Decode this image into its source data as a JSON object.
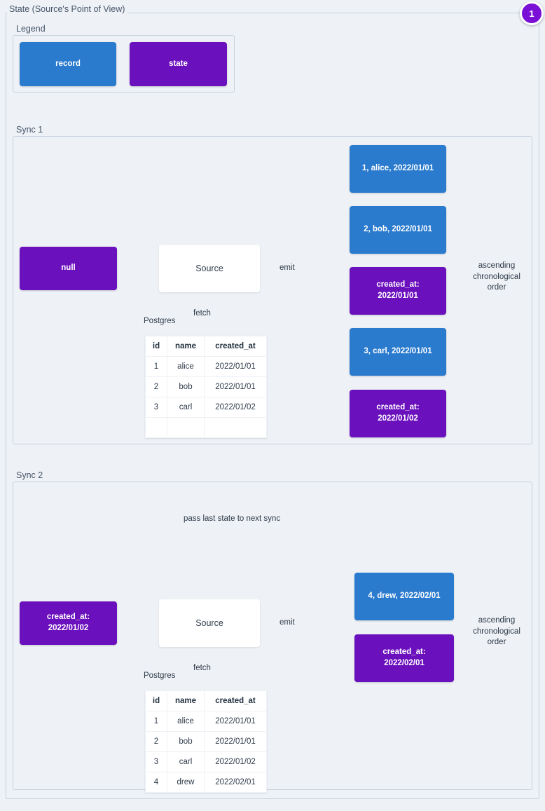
{
  "page": {
    "title": "State (Source's Point of View)",
    "badge": "1",
    "badge_color": "#7a0fd6"
  },
  "colors": {
    "record": "#2a7ace",
    "state": "#6b10bd",
    "canvas": "#eef1f5",
    "border": "#c7d2dd",
    "arrow": "#5c6f82",
    "text": "#2f3b4a"
  },
  "legend": {
    "title": "Legend",
    "items": [
      {
        "label": "record",
        "kind": "record"
      },
      {
        "label": "state",
        "kind": "state"
      }
    ]
  },
  "syncs": [
    {
      "title": "Sync 1",
      "input_state": {
        "label": "null",
        "kind": "state"
      },
      "source": {
        "label": "Source"
      },
      "emit_label": "emit",
      "fetch_label": "fetch",
      "db_label": "Postgres",
      "order_label": "ascending chronological order",
      "table": {
        "columns": [
          "id",
          "name",
          "created_at"
        ],
        "rows": [
          [
            "1",
            "alice",
            "2022/01/01"
          ],
          [
            "2",
            "bob",
            "2022/01/01"
          ],
          [
            "3",
            "carl",
            "2022/01/02"
          ],
          [
            "",
            "",
            ""
          ]
        ]
      },
      "emitted": [
        {
          "kind": "record",
          "lines": [
            "1, alice, 2022/01/01"
          ]
        },
        {
          "kind": "record",
          "lines": [
            "2, bob, 2022/01/01"
          ]
        },
        {
          "kind": "state",
          "lines": [
            "created_at:",
            "2022/01/01"
          ]
        },
        {
          "kind": "record",
          "lines": [
            "3, carl, 2022/01/01"
          ]
        },
        {
          "kind": "state",
          "lines": [
            "created_at:",
            "2022/01/02"
          ]
        }
      ]
    },
    {
      "title": "Sync 2",
      "input_state": {
        "label_lines": [
          "created_at:",
          "2022/01/02"
        ],
        "kind": "state"
      },
      "source": {
        "label": "Source"
      },
      "emit_label": "emit",
      "fetch_label": "fetch",
      "db_label": "Postgres",
      "order_label": "ascending chronological order",
      "pass_label": "pass last state to next sync",
      "table": {
        "columns": [
          "id",
          "name",
          "created_at"
        ],
        "rows": [
          [
            "1",
            "alice",
            "2022/01/01"
          ],
          [
            "2",
            "bob",
            "2022/01/01"
          ],
          [
            "3",
            "carl",
            "2022/01/02"
          ],
          [
            "4",
            "drew",
            "2022/02/01"
          ]
        ]
      },
      "emitted": [
        {
          "kind": "record",
          "lines": [
            "4, drew, 2022/02/01"
          ]
        },
        {
          "kind": "state",
          "lines": [
            "created_at:",
            "2022/02/01"
          ]
        }
      ]
    }
  ]
}
